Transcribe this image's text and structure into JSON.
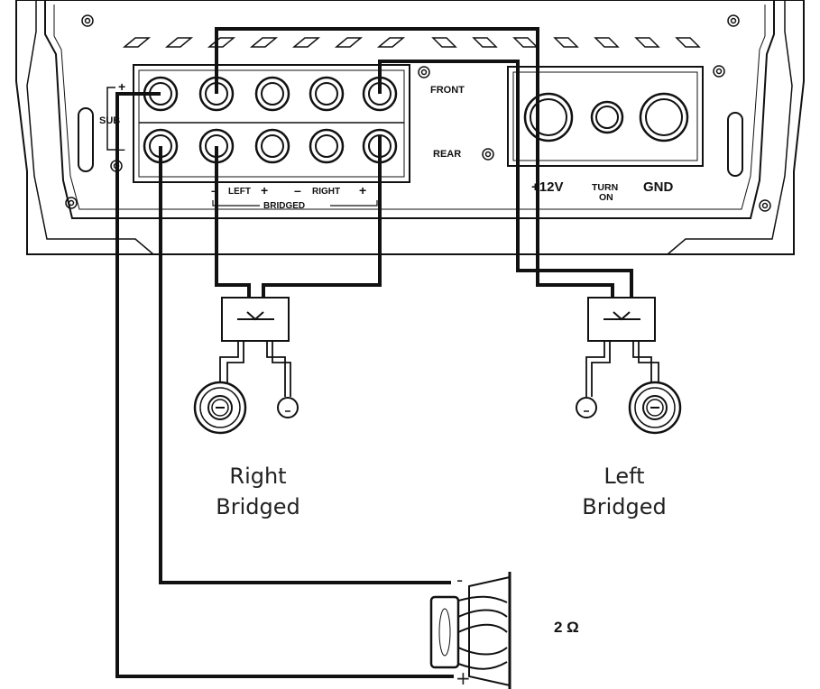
{
  "amp": {
    "sub_label": "SUB",
    "front_label": "FRONT",
    "rear_label": "REAR",
    "bridge_left_label": "LEFT",
    "bridge_right_label": "RIGHT",
    "bridged_label": "BRIDGED",
    "minus": "–",
    "plus": "+",
    "power_12v_label": "+12V",
    "turn_label": "TURN",
    "on_label": "ON",
    "gnd_label": "GND"
  },
  "speakers": {
    "right_caption_line1": "Right",
    "right_caption_line2": "Bridged",
    "left_caption_line1": "Left",
    "left_caption_line2": "Bridged"
  },
  "sub": {
    "minus_label": "-",
    "plus_label": "+",
    "impedance": "2 Ω"
  },
  "colors": {
    "line": "#111111",
    "background": "#ffffff"
  }
}
